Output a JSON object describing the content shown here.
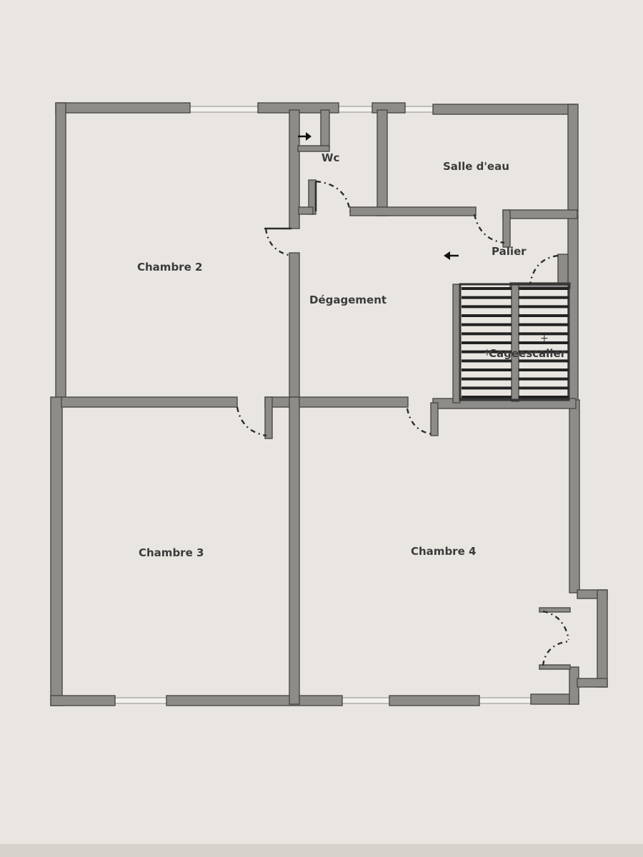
{
  "rooms": {
    "wc": "Wc",
    "salle_eau": "Salle d'eau",
    "palier": "Palier",
    "chambre_2": "Chambre 2",
    "degagement": "Dégagement",
    "cage_escalier": "Cageescalier",
    "chambre_3": "Chambre 3",
    "chambre_4": "Chambre 4"
  },
  "colors": {
    "paper": "#e9e6e1",
    "wall_fill": "#8e8c89",
    "wall_stroke": "#4a4946",
    "text": "#3b3b3b"
  },
  "icons": [
    "arrow-left-icon",
    "arrow-right-icon",
    "door-swing-icon",
    "staircase-icon"
  ]
}
